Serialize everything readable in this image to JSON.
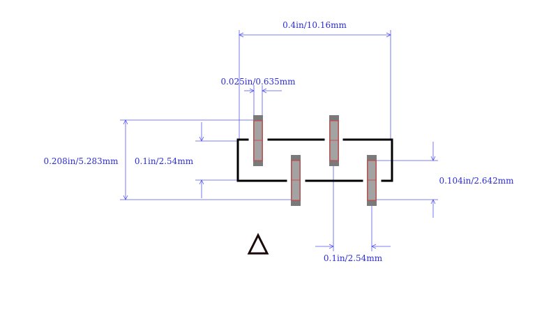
{
  "dimensions": {
    "overall_width": "0.4in/10.16mm",
    "lead_width": "0.025in/0.635mm",
    "overall_height": "0.208in/5.283mm",
    "row_pitch": "0.1in/2.54mm",
    "body_height": "0.104in/2.642mm",
    "lead_pitch": "0.1in/2.54mm"
  },
  "colors": {
    "dimension": "#2b2bd6",
    "outline": "#000000",
    "pad": "#a3a3a3",
    "pad_edge": "#d63a3a",
    "lead_tip": "#7a7a7a"
  },
  "marker": {
    "icon": "triangle-outline-icon"
  }
}
